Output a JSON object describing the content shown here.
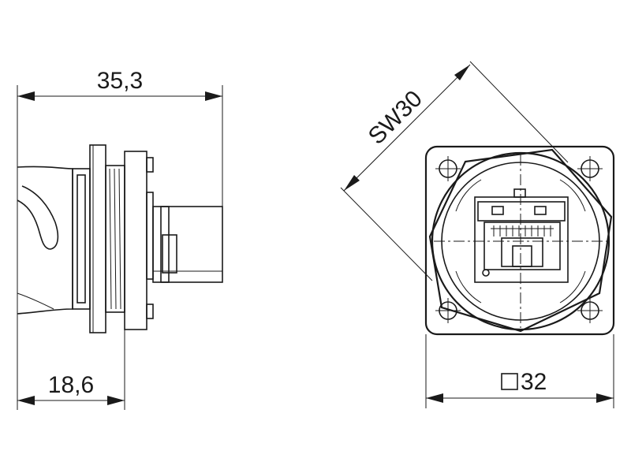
{
  "dimensions": {
    "overall_length": "35,3",
    "flange_length": "18,6",
    "wrench_size": "SW30",
    "square_size": "32"
  },
  "icons": {
    "square_symbol": "square-symbol-icon"
  },
  "colors": {
    "line": "#1a1a1a",
    "background": "#ffffff"
  }
}
